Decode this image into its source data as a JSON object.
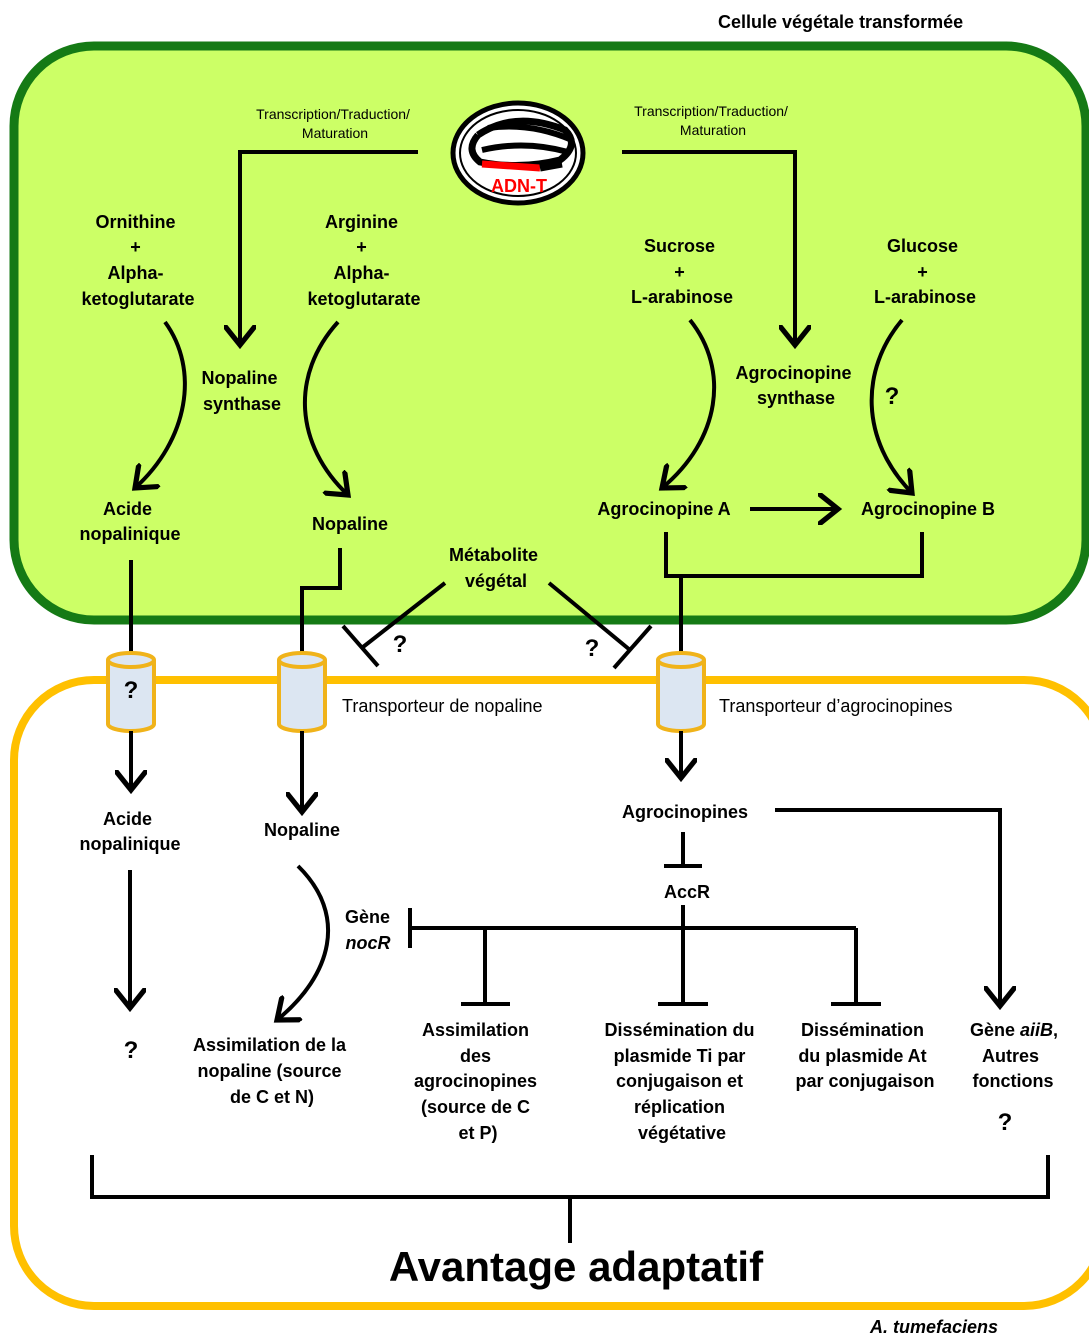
{
  "labels": {
    "plant_cell": "Cellule végétale transformée",
    "bacterium": "A. tumefaciens",
    "dna": "ADN-T",
    "tx_left": [
      "Transcription/Traduction/",
      "Maturation"
    ],
    "tx_right": [
      "Transcription/Traduction/",
      "Maturation"
    ],
    "ornithine": [
      "Ornithine",
      "+",
      "Alpha-",
      "ketoglutarate"
    ],
    "arginine": [
      "Arginine",
      "+",
      "Alpha-",
      "ketoglutarate"
    ],
    "nopaline_synthase": [
      "Nopaline",
      "synthase"
    ],
    "acide_nopalinique_plant": [
      "Acide",
      "nopalinique"
    ],
    "nopaline_plant": "Nopaline",
    "sucrose": [
      "Sucrose",
      "+",
      "L-arabinose"
    ],
    "glucose": [
      "Glucose",
      "+",
      "L-arabinose"
    ],
    "agrocinopine_synthase": [
      "Agrocinopine",
      "synthase"
    ],
    "agrocinopine_a": "Agrocinopine A",
    "agrocinopine_b": "Agrocinopine B",
    "metabolite": [
      "Métabolite",
      "végétal"
    ],
    "q": "?",
    "transporter_nopaline": "Transporteur de nopaline",
    "transporter_agrocinopine": "Transporteur d’agrocinopines",
    "acide_nopalinique_bact": [
      "Acide",
      "nopalinique"
    ],
    "nopaline_bact": "Nopaline",
    "agrocinopines": "Agrocinopines",
    "accr": "AccR",
    "gene_nocr_1": "Gène",
    "gene_nocr_2": "nocR",
    "assim_nopaline": [
      "Assimilation de la",
      "nopaline (source",
      "de C et N)"
    ],
    "assim_agrocinopines": [
      "Assimilation",
      "des",
      "agrocinopines",
      "(source de C",
      "et P)"
    ],
    "diss_ti": [
      "Dissémination du",
      "plasmide Ti par",
      "conjugaison et",
      "réplication",
      "végétative"
    ],
    "diss_at": [
      "Dissémination",
      "du plasmide At",
      "par conjugaison"
    ],
    "aiib_prefix": "Gène ",
    "aiib_gene": "aiiB",
    "aiib_suffix": ",",
    "autres": [
      "Autres",
      "fonctions"
    ],
    "avantage": "Avantage adaptatif"
  },
  "colors": {
    "plant_fill": "#ccff66",
    "plant_border": "#157a15",
    "bact_border": "#ffc000",
    "transporter_fill": "#dce6f2",
    "transporter_border": "#f0b31a",
    "dna_red": "#ff0000"
  }
}
